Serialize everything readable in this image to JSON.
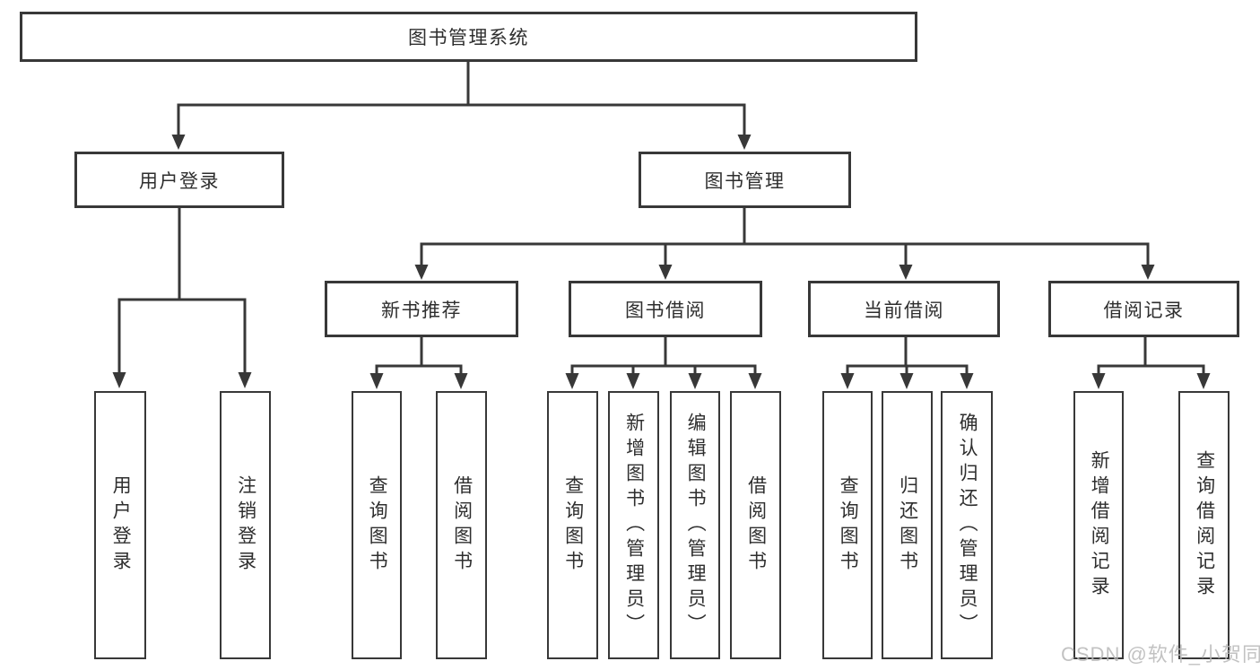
{
  "diagram": {
    "root": {
      "label": "图书管理系统"
    },
    "level2": [
      {
        "label": "用户登录"
      },
      {
        "label": "图书管理"
      }
    ],
    "level3": [
      {
        "label": "新书推荐"
      },
      {
        "label": "图书借阅"
      },
      {
        "label": "当前借阅"
      },
      {
        "label": "借阅记录"
      }
    ],
    "leaves": [
      {
        "label": "用户登录"
      },
      {
        "label": "注销登录"
      },
      {
        "label": "查询图书"
      },
      {
        "label": "借阅图书"
      },
      {
        "label": "查询图书"
      },
      {
        "label": "新增图书（管理员）"
      },
      {
        "label": "编辑图书（管理员）"
      },
      {
        "label": "借阅图书"
      },
      {
        "label": "查询图书"
      },
      {
        "label": "归还图书"
      },
      {
        "label": "确认归还（管理员）"
      },
      {
        "label": "新增借阅记录"
      },
      {
        "label": "查询借阅记录"
      }
    ],
    "watermark": "CSDN @软件_小贺同学",
    "colors": {
      "line": "#383838",
      "text": "#2e2e2e",
      "watermark": "#b8b8b8",
      "background": "#ffffff"
    }
  }
}
